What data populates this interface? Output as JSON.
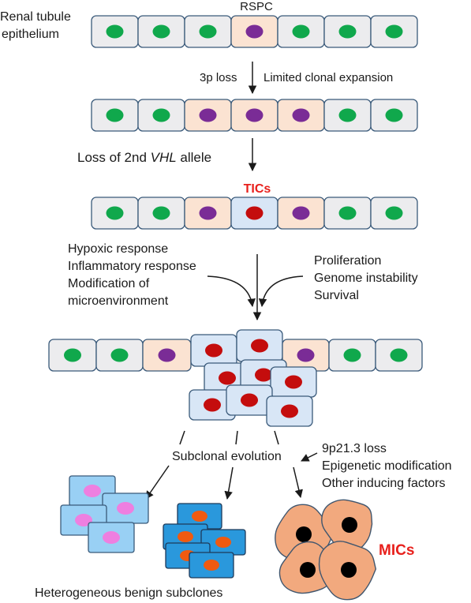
{
  "labels": {
    "tissue": [
      "Renal tubule",
      "epithelium"
    ],
    "rspc": "RSPC",
    "step1_left": "3p loss",
    "step1_right": "Limited clonal expansion",
    "step2_prefix": "Loss of 2nd ",
    "step2_gene": "VHL",
    "step2_suffix": " allele",
    "tics": "TICs",
    "microenv": [
      "Hypoxic response",
      "Inflammatory response",
      "Modification of",
      "microenvironment"
    ],
    "intrinsic": [
      "Proliferation",
      "Genome instability",
      "Survival"
    ],
    "subclonal": "Subclonal evolution",
    "factors": [
      "9p21.3 loss",
      "Epigenetic modification",
      "Other inducing factors"
    ],
    "mics": "MICs",
    "benign": "Heterogeneous benign subclones"
  },
  "colors": {
    "normal_cell_fill": "#ececee",
    "normal_nucleus": "#10a84c",
    "rspc_cell_fill": "#fbe3d2",
    "rspc_nucleus": "#7a2c96",
    "tic_cell_fill": "#d8e6f6",
    "tic_nucleus": "#c40d0d",
    "benign1_fill": "#99d0f4",
    "benign1_nucleus": "#ee7fe0",
    "benign2_fill": "#2a98dc",
    "benign2_nucleus": "#f05a10",
    "mic_fill": "#f2a97e",
    "mic_nucleus": "#000000",
    "label_red": "#e8201c"
  },
  "rows": {
    "row1": [
      "normal",
      "normal",
      "normal",
      "rspc",
      "normal",
      "normal",
      "normal"
    ],
    "row2": [
      "normal",
      "normal",
      "rspc",
      "rspc",
      "rspc",
      "normal",
      "normal"
    ],
    "row3": [
      "normal",
      "normal",
      "rspc",
      "tic",
      "rspc",
      "normal",
      "normal"
    ],
    "row4": [
      "normal",
      "normal",
      "rspc",
      "tic",
      "tic",
      "rspc",
      "normal",
      "normal"
    ]
  }
}
